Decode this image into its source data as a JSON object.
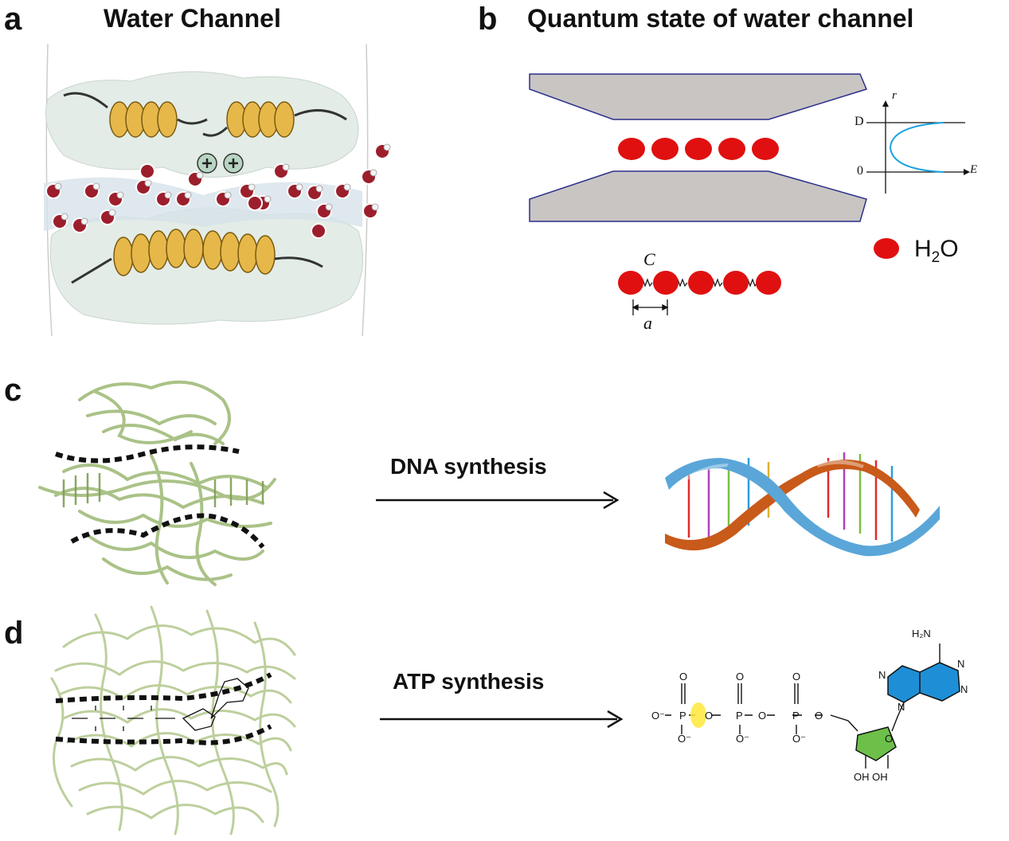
{
  "panels": {
    "a": {
      "letter": "a",
      "title": "Water Channel"
    },
    "b": {
      "letter": "b",
      "title": "Quantum state of water channel",
      "axis_r": "r",
      "axis_e": "E",
      "tick_d": "D",
      "tick_0": "0",
      "spring_c": "C",
      "spacing_a": "a",
      "legend_h": "H",
      "legend_sub": "2",
      "legend_o": "O"
    },
    "c": {
      "letter": "c",
      "arrow_label": "DNA  synthesis"
    },
    "d": {
      "letter": "d",
      "arrow_label": "ATP  synthesis",
      "atp": {
        "h2n": "H",
        "h2n_sub": "2",
        "h2n_n": "N",
        "n": "N",
        "o": "O",
        "o_minus": "O⁻",
        "p": "P",
        "oh": "OH"
      }
    }
  },
  "colors": {
    "water_red": "#e01010",
    "channel_gray": "#c9c5c3",
    "channel_border": "#2b2f8a",
    "helix_gold": "#e6b84a",
    "protein_green": "#9cb873",
    "adenine_blue": "#1e8fd6",
    "ribose_green": "#6cc04a",
    "highlight_yellow": "#ffe83a",
    "curve_cyan": "#1aa3e0"
  }
}
